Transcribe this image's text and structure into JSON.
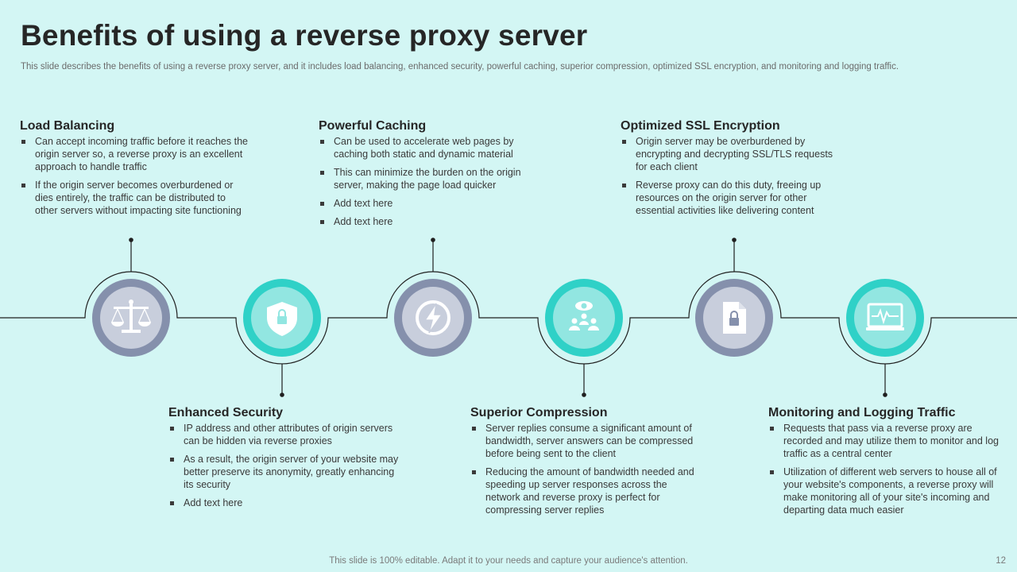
{
  "slide": {
    "title": "Benefits of using a reverse proxy server",
    "subtitle": "This slide describes the benefits of using a reverse proxy server, and it includes load balancing, enhanced security, powerful caching, superior compression, optimized SSL encryption, and monitoring and logging traffic.",
    "footer": "This slide is 100% editable. Adapt it to your needs and capture your audience's attention.",
    "page_number": "12"
  },
  "colors": {
    "background": "#d3f6f4",
    "slate_ring": "#8590ac",
    "slate_inner": "#c8cedc",
    "teal_ring": "#2fd1c7",
    "teal_inner": "#92e6e1",
    "line": "#1f1f1f"
  },
  "benefits": [
    {
      "heading": "Load Balancing",
      "icon": "scale-icon",
      "points": [
        "Can accept incoming traffic before it reaches the origin server so, a reverse proxy is an excellent approach to handle traffic",
        "If the origin server becomes overburdened or dies entirely, the traffic can be distributed to other servers without impacting site functioning"
      ]
    },
    {
      "heading": "Enhanced Security",
      "icon": "shield-lock-icon",
      "points": [
        "IP address and other attributes of origin servers can be hidden via reverse proxies",
        "As a result, the origin server of your website may better preserve its anonymity, greatly enhancing its security",
        "Add text here"
      ]
    },
    {
      "heading": "Powerful Caching",
      "icon": "lightning-icon",
      "points": [
        "Can be used to accelerate web pages by caching both static and dynamic material",
        "This can minimize the burden on the origin server, making the page load quicker",
        "Add text here",
        "Add text here"
      ]
    },
    {
      "heading": "Superior Compression",
      "icon": "team-network-icon",
      "points": [
        "Server replies consume a significant amount of bandwidth, server answers can be compressed before being sent to the client",
        "Reducing the amount of bandwidth needed and speeding up server responses across the network and reverse proxy is perfect for compressing server replies"
      ]
    },
    {
      "heading": "Optimized SSL Encryption",
      "icon": "secure-document-icon",
      "points": [
        "Origin server may be overburdened by encrypting and decrypting SSL/TLS requests for each client",
        "Reverse proxy can do this duty, freeing up resources on the origin server for other essential activities like delivering content"
      ]
    },
    {
      "heading": "Monitoring and Logging Traffic",
      "icon": "monitor-pulse-icon",
      "points": [
        "Requests that pass via a reverse proxy are recorded and may utilize them to monitor and log traffic as a central center",
        "Utilization of different web servers to house all of your website's components, a reverse proxy will make monitoring all of your site's incoming and departing data much easier"
      ]
    }
  ]
}
